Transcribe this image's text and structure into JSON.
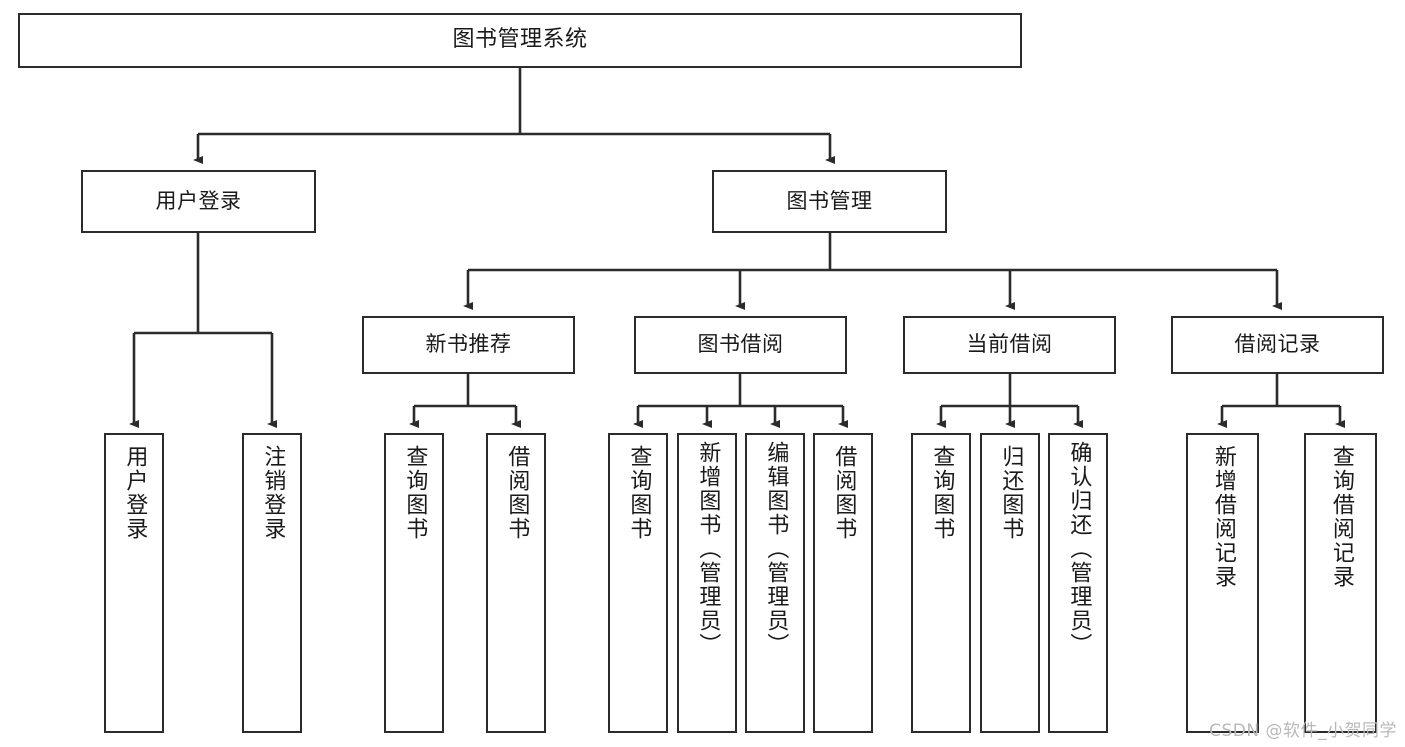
{
  "diagram": {
    "type": "tree-hierarchy-chart",
    "root": {
      "id": "root",
      "label": "图书管理系统"
    },
    "level2": [
      {
        "id": "user-login",
        "label": "用户登录"
      },
      {
        "id": "book-management",
        "label": "图书管理"
      }
    ],
    "level3": [
      {
        "id": "new-book-recommend",
        "label": "新书推荐"
      },
      {
        "id": "book-borrow",
        "label": "图书借阅"
      },
      {
        "id": "current-borrow",
        "label": "当前借阅"
      },
      {
        "id": "borrow-record",
        "label": "借阅记录"
      }
    ],
    "leaves": {
      "user_login": [
        {
          "id": "leaf-user-login",
          "label": "用户登录"
        },
        {
          "id": "leaf-logout",
          "label": "注销登录"
        }
      ],
      "new_book_recommend": [
        {
          "id": "leaf-query-book-1",
          "label": "查询图书"
        },
        {
          "id": "leaf-borrow-book-1",
          "label": "借阅图书"
        }
      ],
      "book_borrow": [
        {
          "id": "leaf-query-book-2",
          "label": "查询图书"
        },
        {
          "id": "leaf-add-book",
          "label": "新增图书（管理员）"
        },
        {
          "id": "leaf-edit-book",
          "label": "编辑图书（管理员）"
        },
        {
          "id": "leaf-borrow-book-2",
          "label": "借阅图书"
        }
      ],
      "current_borrow": [
        {
          "id": "leaf-query-book-3",
          "label": "查询图书"
        },
        {
          "id": "leaf-return-book",
          "label": "归还图书"
        },
        {
          "id": "leaf-confirm-return",
          "label": "确认归还（管理员）"
        }
      ],
      "borrow_record": [
        {
          "id": "leaf-add-record",
          "label": "新增借阅记录"
        },
        {
          "id": "leaf-query-record",
          "label": "查询借阅记录"
        }
      ]
    }
  },
  "watermark": {
    "text": "CSDN @软件_小贺同学"
  },
  "colors": {
    "stroke": "#2b2b2b",
    "background": "#ffffff",
    "text": "#1a1a1a",
    "watermark": "#b9b9b9"
  }
}
